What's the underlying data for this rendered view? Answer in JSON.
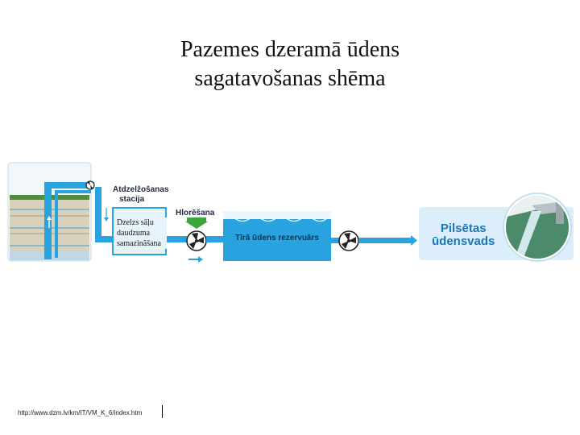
{
  "title": {
    "line1": "Pazemes dzeramā ūdens",
    "line2": "sagatavošanas shēma"
  },
  "scheme": {
    "deferrization_line1": "Atdzelžošanas",
    "deferrization_line2": "stacija",
    "chlorination": "Hlorēšana",
    "iron_line1": "Dzelzs sāļu",
    "iron_line2": "daudzuma",
    "iron_line3": "samazināšana",
    "reservoir": "Tīrā ūdens rezervuārs",
    "city_line1": "Pilsētas",
    "city_line2": "ūdensvads",
    "pump_icon": "fan-pump-icon",
    "tap_icon": "water-tap-icon"
  },
  "source": {
    "url": "http://www.dzm.lv/km/IT/VM_K_6/index.htm"
  },
  "colors": {
    "water": "#29a3e0",
    "panel": "#dbeef9",
    "soil": "#d8d2bd",
    "grass": "#4d8f3a",
    "city_text": "#1b78b8",
    "arrow_green": "#3aa63a"
  }
}
